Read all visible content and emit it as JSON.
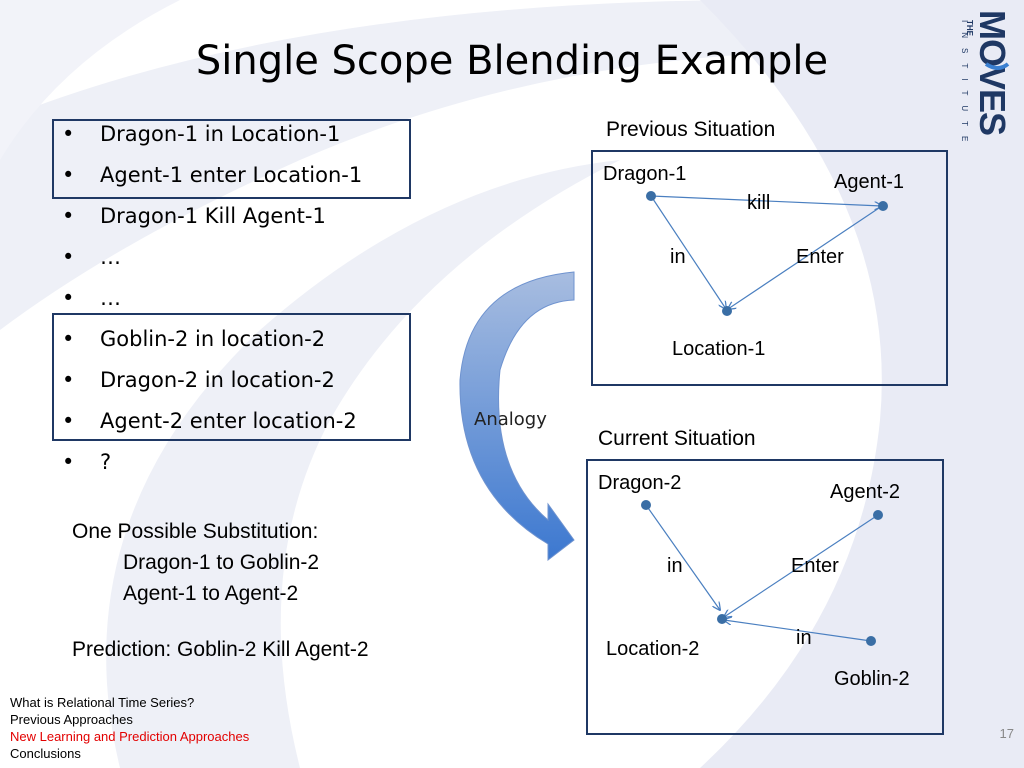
{
  "slide": {
    "title": "Single Scope Blending Example",
    "bullets": [
      "Dragon-1 in Location-1",
      "Agent-1 enter Location-1",
      "Dragon-1 Kill Agent-1",
      "…",
      "…",
      "Goblin-2 in location-2",
      "Dragon-2 in location-2",
      "Agent-2 enter location-2",
      "?"
    ],
    "substitution": {
      "heading": "One Possible Substitution:",
      "lines": [
        "Dragon-1 to Goblin-2",
        "Agent-1 to Agent-2"
      ]
    },
    "prediction": "Prediction: Goblin-2 Kill Agent-2",
    "analogy_label": "Analogy",
    "page_number": "17"
  },
  "previous": {
    "title": "Previous Situation",
    "nodes": {
      "dragon": "Dragon-1",
      "agent": "Agent-1",
      "location": "Location-1"
    },
    "edges": {
      "kill": "kill",
      "in": "in",
      "enter": "Enter"
    }
  },
  "current": {
    "title": "Current Situation",
    "nodes": {
      "dragon": "Dragon-2",
      "agent": "Agent-2",
      "location": "Location-2",
      "goblin": "Goblin-2"
    },
    "edges": {
      "in_dragon": "in",
      "enter": "Enter",
      "in_goblin": "in"
    }
  },
  "footer": {
    "items": [
      "What is Relational Time Series?",
      "Previous Approaches",
      "New Learning and Prediction Approaches",
      "Conclusions"
    ],
    "active_index": 2
  },
  "logo": {
    "top": "THE",
    "main": "MOVES",
    "sub": "INSTITUTE"
  },
  "colors": {
    "accent": "#1f3864",
    "node": "#3a6ea5",
    "edge": "#4a7fc0",
    "active_footer": "#e30000"
  }
}
